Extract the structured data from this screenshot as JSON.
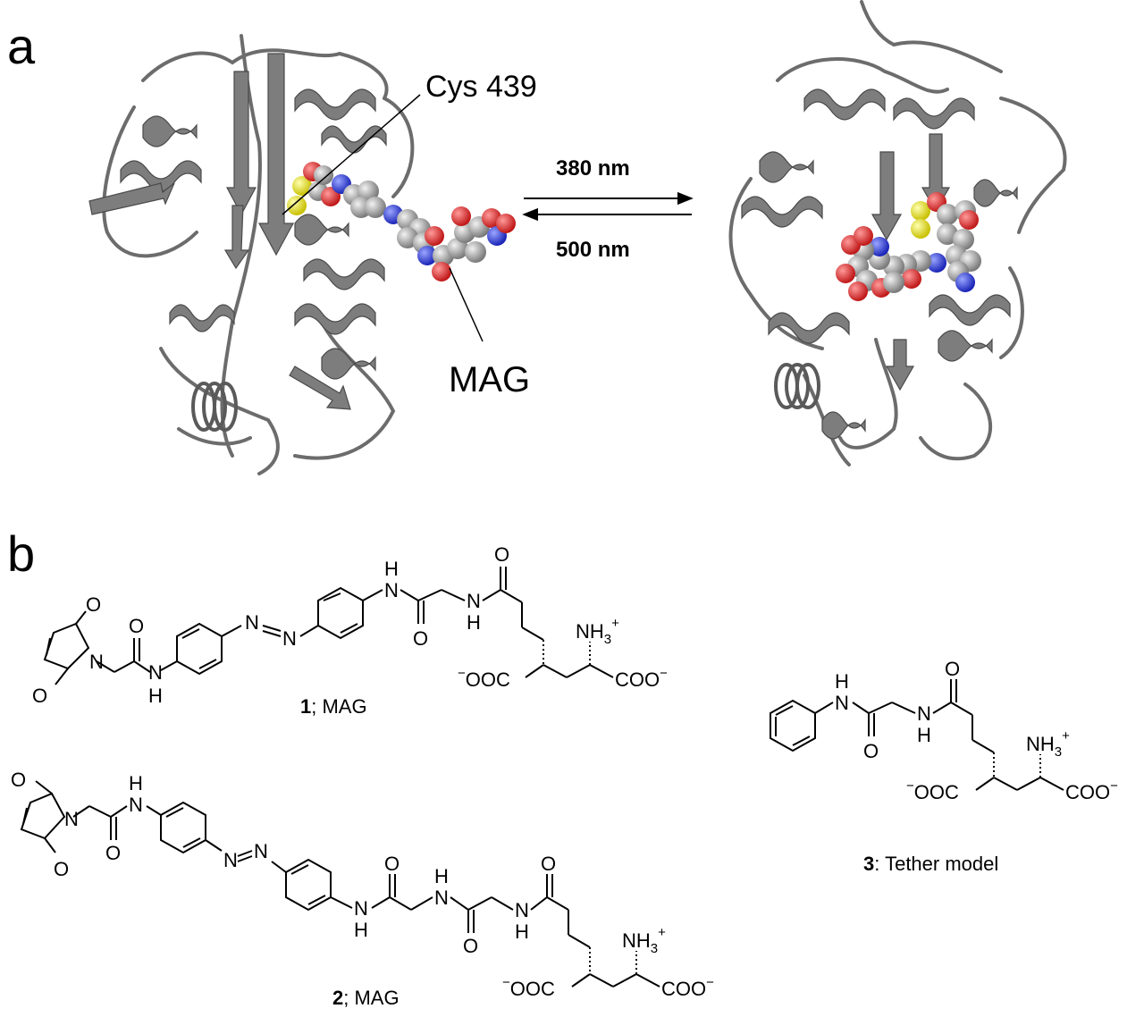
{
  "panels": {
    "a": {
      "letter": "a"
    },
    "b": {
      "letter": "b"
    }
  },
  "panel_a": {
    "label_cys": "Cys 439",
    "label_mag": "MAG",
    "arrow_forward": "380 nm",
    "arrow_backward": "500 nm"
  },
  "panel_b": {
    "compound1": {
      "number": "1",
      "name": "; MAG"
    },
    "compound2": {
      "number": "2",
      "name": "; MAG"
    },
    "compound3": {
      "number": "3",
      "name": ": Tether model"
    },
    "atoms": {
      "O": "O",
      "N": "N",
      "H": "H",
      "NH3": "NH",
      "sub3": "3",
      "plus": "+",
      "minus": "−",
      "OOC": "OOC",
      "COO": "COO"
    }
  },
  "colors": {
    "protein": "#7d7d7d",
    "carbon": "#9a9a9a",
    "oxygen": "#e03030",
    "nitrogen": "#2f3fd8",
    "sulfur": "#e8e020"
  }
}
